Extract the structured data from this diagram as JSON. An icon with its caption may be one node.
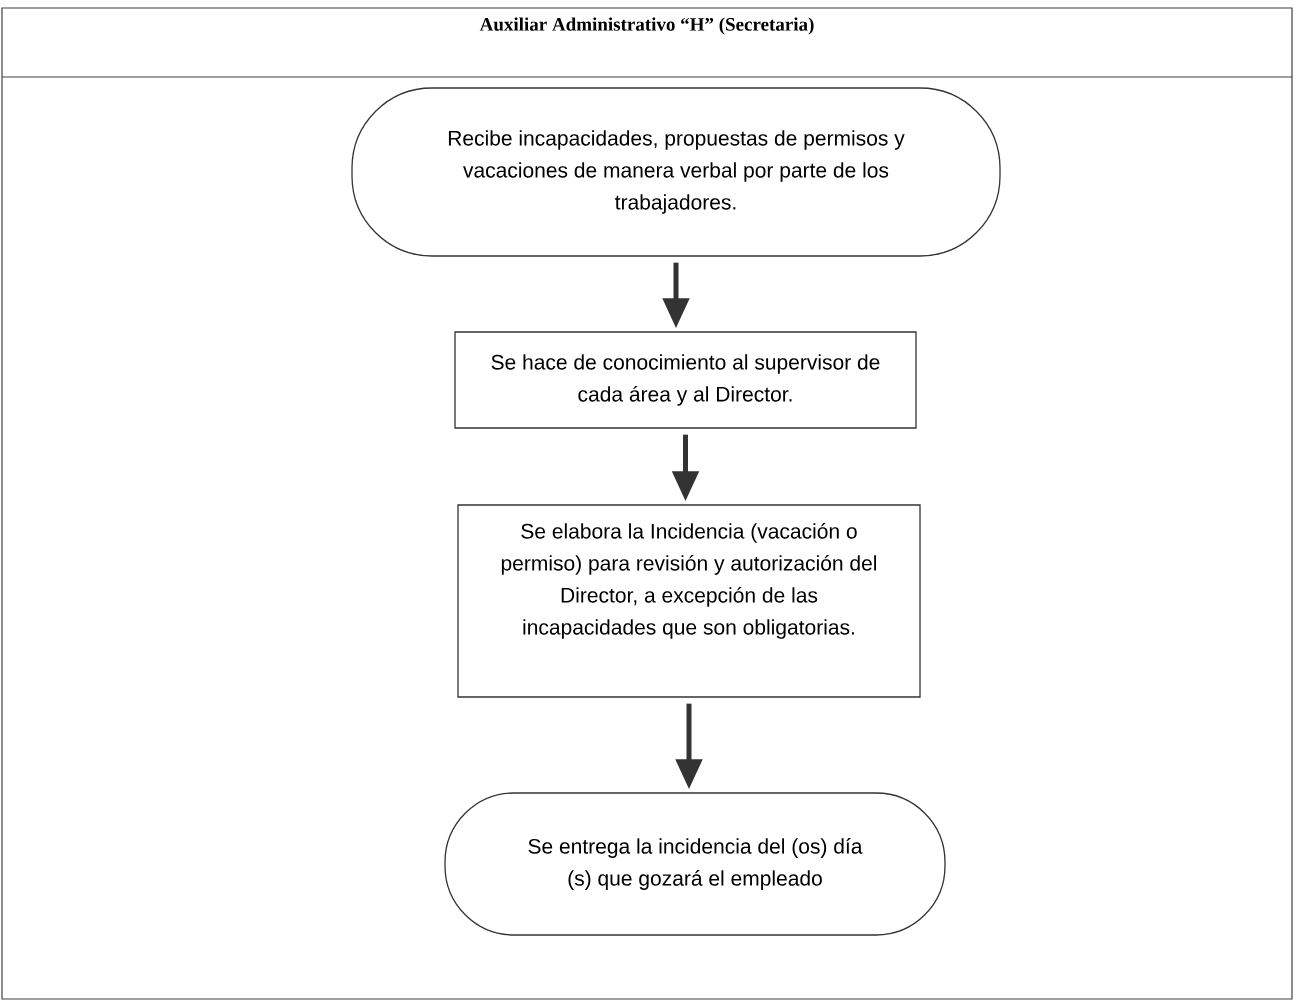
{
  "diagram": {
    "title": "Auxiliar Administrativo “H” (Secretaria)",
    "nodes": [
      {
        "text": [
          "Recibe incapacidades, propuestas de permisos y vacaciones de manera verbal por parte de los trabajadores."
        ]
      },
      {
        "text": [
          "Se hace de conocimiento al supervisor de cada área y al Director."
        ]
      },
      {
        "text": [
          "Se elabora la Incidencia (vacación o permiso) para revisión y autorización del Director, a excepción de las incapacidades que son obligatorias."
        ]
      },
      {
        "text": [
          "Se entrega la incidencia del (os) día (s) que gozará el empleado"
        ]
      }
    ],
    "edges": [
      {
        "from": 0,
        "to": 1,
        "arrow": "to"
      },
      {
        "from": 1,
        "to": 2,
        "arrow": "to"
      },
      {
        "from": 2,
        "to": 3,
        "arrow": "to"
      }
    ]
  }
}
